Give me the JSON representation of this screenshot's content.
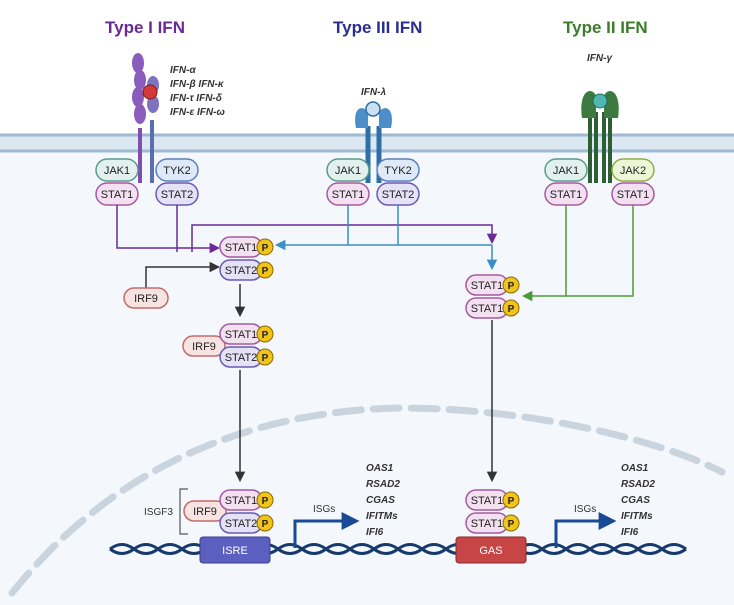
{
  "titles": {
    "type1": "Type I IFN",
    "type3": "Type III IFN",
    "type2": "Type II IFN"
  },
  "ligands": {
    "type1": [
      "IFN-α",
      "IFN-β  IFN-κ",
      "IFN-τ  IFN-δ",
      "IFN-ε  IFN-ω"
    ],
    "type3": "IFN-λ",
    "type2": "IFN-γ"
  },
  "receptor_proteins": {
    "jak1": "JAK1",
    "tyk2": "TYK2",
    "jak2": "JAK2",
    "stat1": "STAT1",
    "stat2": "STAT2"
  },
  "complex_labels": {
    "stat1": "STAT1",
    "stat2": "STAT2",
    "irf9": "IRF9",
    "phospho": "P"
  },
  "nucleus": {
    "isgf3": "ISGF3",
    "isgs": "ISGs",
    "isre": "ISRE",
    "gas": "GAS",
    "genes": [
      "OAS1",
      "RSAD2",
      "CGAS",
      "IFITMs",
      "IFI6"
    ]
  },
  "colors": {
    "type1": "#6a2a96",
    "type3": "#2a2e8c",
    "type2": "#3c7d2a",
    "membrane": "#c3d6e6",
    "dna": "#16396e",
    "phospho": "#f2c41a",
    "isre_box": "#5b5fbf",
    "gas_box": "#c84545"
  }
}
